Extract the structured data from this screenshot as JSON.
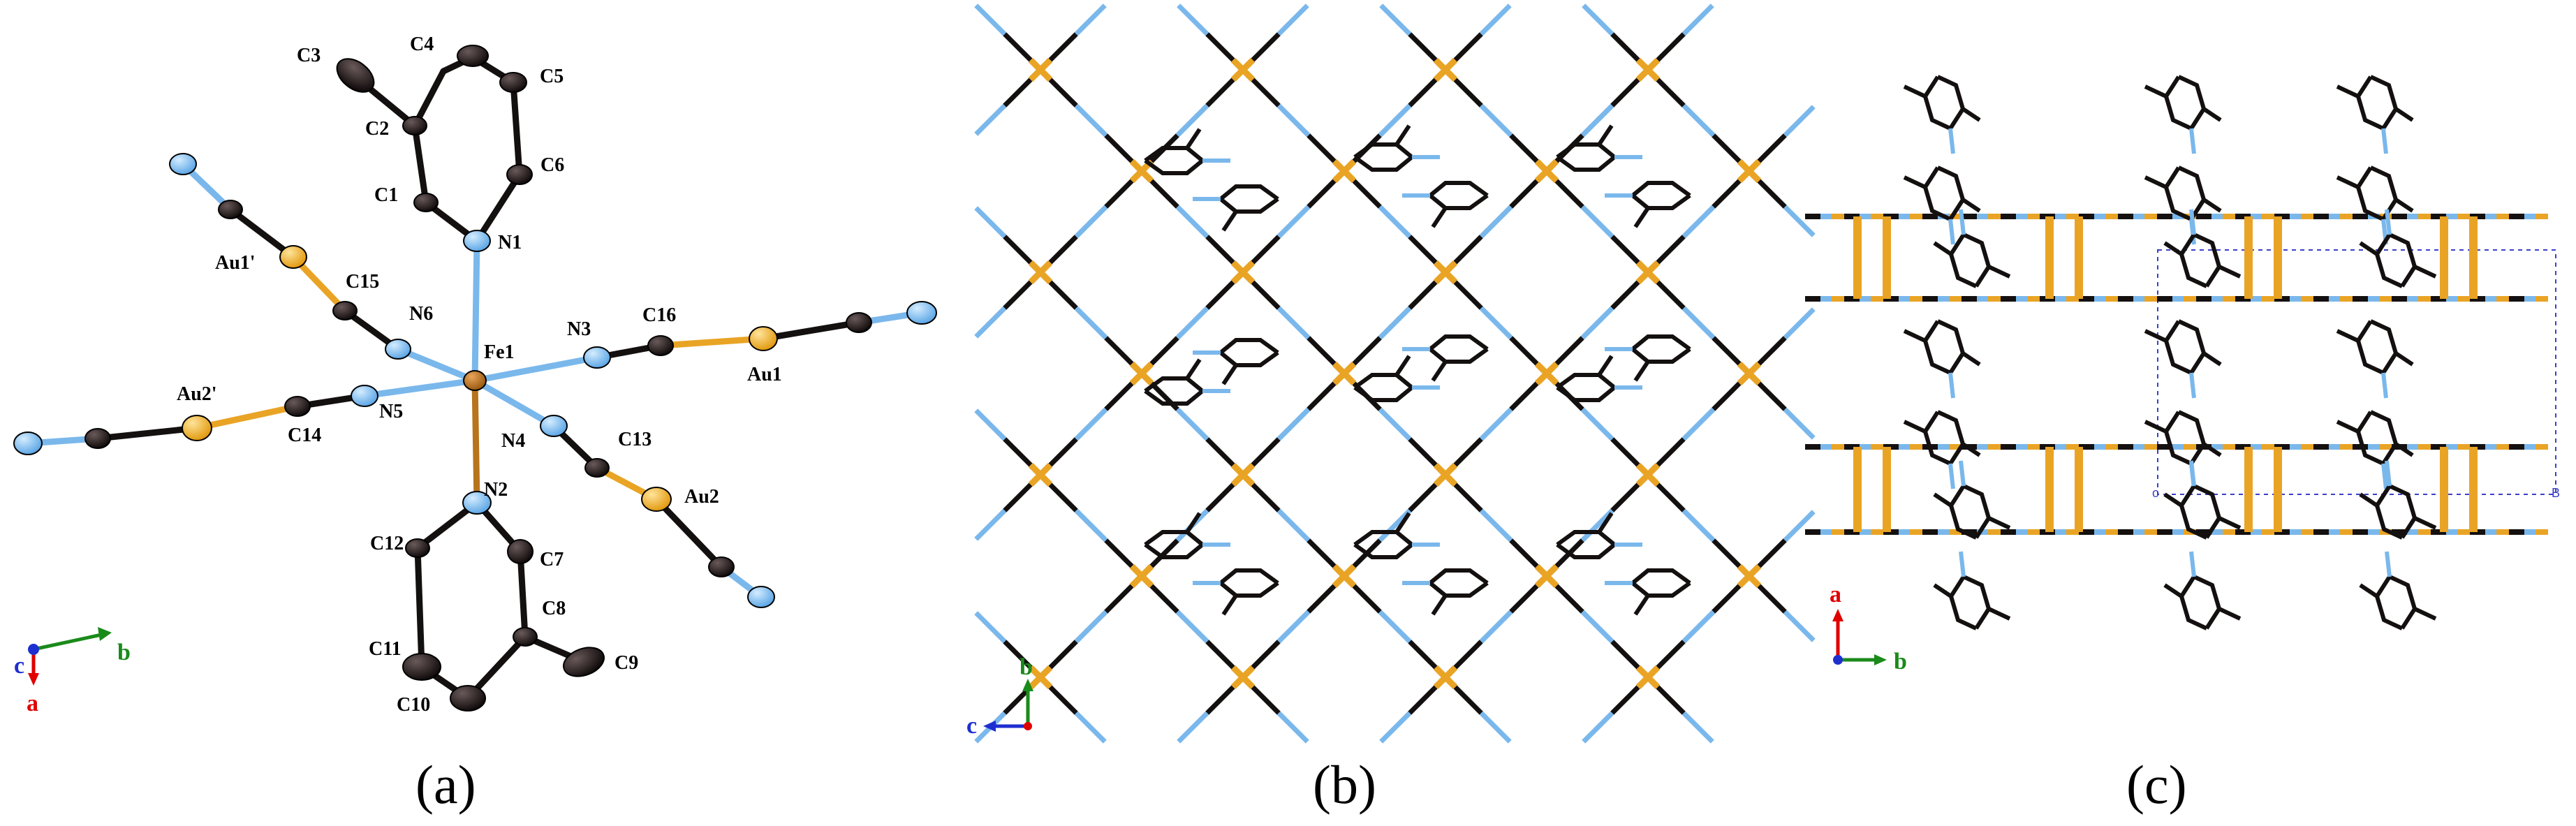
{
  "panels": {
    "a": {
      "label": "(a)",
      "atom_labels": {
        "C3": "C3",
        "C4": "C4",
        "C5": "C5",
        "C2": "C2",
        "C6": "C6",
        "C1": "C1",
        "N1": "N1",
        "Au1p": "Au1'",
        "C15": "C15",
        "N6": "N6",
        "N3": "N3",
        "C16": "C16",
        "Fe1": "Fe1",
        "Au1": "Au1",
        "Au2p": "Au2'",
        "N5": "N5",
        "C14": "C14",
        "N4": "N4",
        "C13": "C13",
        "Au2": "Au2",
        "N2": "N2",
        "C12": "C12",
        "C7": "C7",
        "C8": "C8",
        "C11": "C11",
        "C9": "C9",
        "C10": "C10"
      },
      "axes": {
        "b": "b",
        "c": "c",
        "a": "a"
      }
    },
    "b": {
      "label": "(b)",
      "axes": {
        "b": "b",
        "c": "c"
      }
    },
    "c": {
      "label": "(c)",
      "axes": {
        "a": "a",
        "b": "b"
      },
      "cell_labels": {
        "o": "o",
        "b": "B"
      }
    }
  },
  "colors": {
    "carbon": "#141010",
    "nitrogen": "#7ab8ec",
    "gold": "#e9a425",
    "iron": "#b7741c",
    "axis_a": "#e00000",
    "axis_b": "#1a8a1a",
    "axis_c": "#1e2fd0"
  },
  "icons": [
    "axis-triad-icon"
  ]
}
